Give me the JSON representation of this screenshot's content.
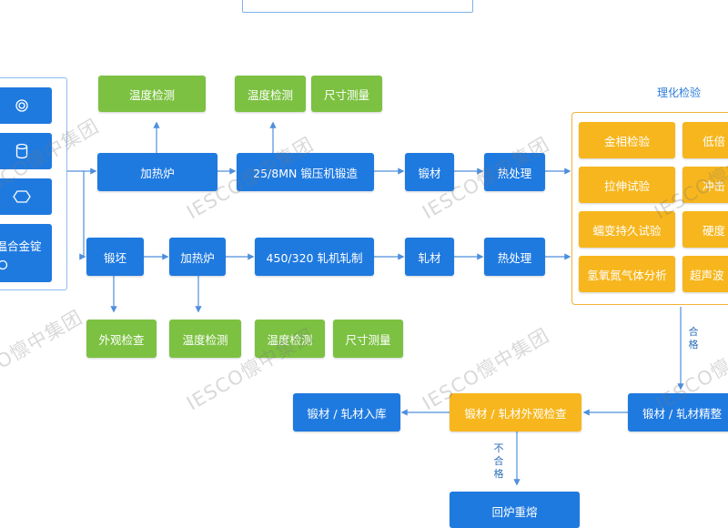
{
  "colors": {
    "process_blue": "#1f7ae0",
    "inspection_green": "#7cc142",
    "lab_yellow": "#f7b61d",
    "connector": "#4f8fdc",
    "watermark": "#9a9a9a"
  },
  "icons": [
    "ring-icon",
    "cylinder-icon",
    "hexagon-icon",
    "circle-icon"
  ],
  "left_panel": {
    "ingot_label": "高温合金锭"
  },
  "row1": {
    "heating_furnace": "加热炉",
    "forging_press": "25/8MN 锻压机锻造",
    "forging": "锻材",
    "heat_treatment": "热处理",
    "temp_check": "温度检测",
    "temp_check_2": "温度检测",
    "size_measure": "尺寸测量"
  },
  "row2": {
    "billet": "锻坯",
    "heating_furnace": "加热炉",
    "rolling_mill": "450/320 轧机轧制",
    "rolled": "轧材",
    "heat_treatment": "热处理",
    "visual_check": "外观检查",
    "temp_check": "温度检测",
    "temp_check_2": "温度检测",
    "size_measure": "尺寸测量"
  },
  "lab": {
    "title": "理化检验",
    "metallography": "金相检验",
    "low_mag": "低倍",
    "tensile": "拉伸试验",
    "impact": "冲击",
    "creep": "蠕变持久试验",
    "hardness": "硬度",
    "gas_analysis": "氢氧氮气体分析",
    "ultrasonic": "超声波"
  },
  "bottom": {
    "warehouse": "锻材 / 轧材入库",
    "appearance": "锻材 / 轧材外观检查",
    "finishing": "锻材 / 轧材精整",
    "rework": "回炉重熔",
    "qualified": "合格",
    "unqualified": "不合格"
  },
  "watermark": "IESCO懔中集团"
}
